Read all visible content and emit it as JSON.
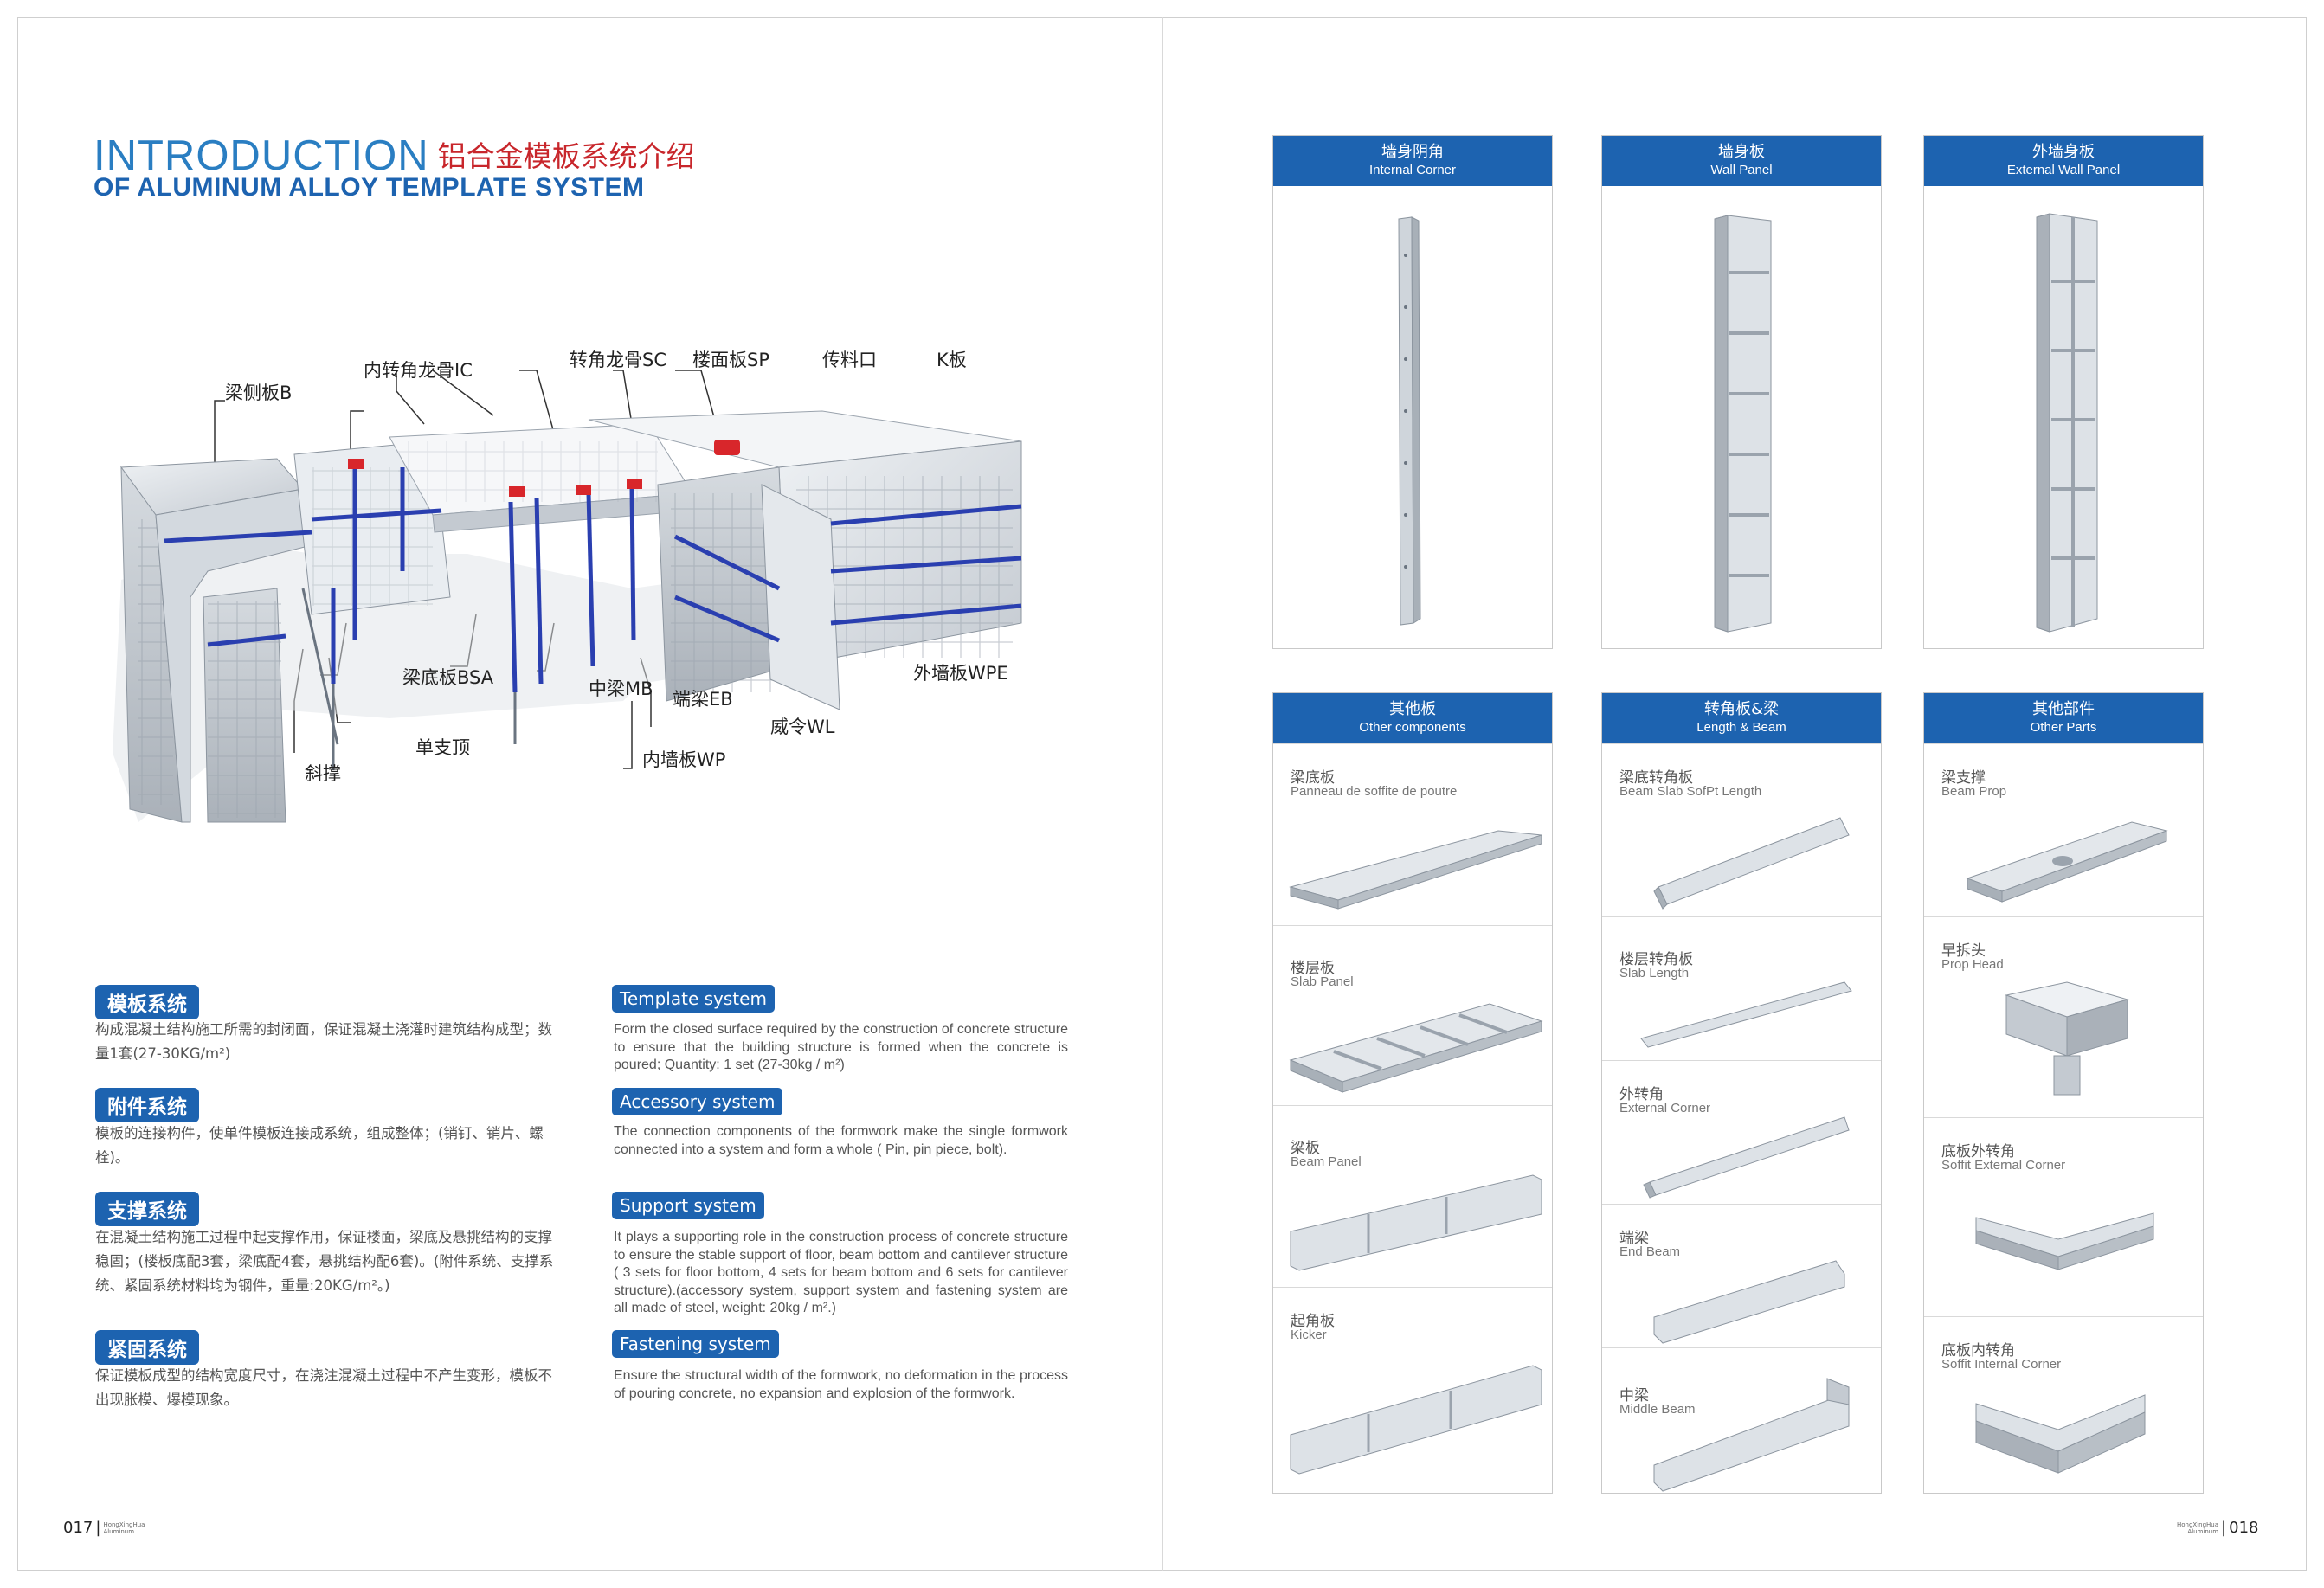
{
  "left": {
    "title_en_1": "INTRODUCTION",
    "title_cn": "铝合金模板系统介绍",
    "title_en_2": "OF ALUMINUM ALLOY TEMPLATE SYSTEM",
    "diagram_labels": {
      "beam_side": "梁侧板B",
      "inner_corner_keel": "内转角龙骨IC",
      "corner_keel": "转角龙骨SC",
      "floor_panel": "楼面板SP",
      "transfer_port": "传料口",
      "k_board": "K板",
      "beam_bottom": "梁底板BSA",
      "middle_beam": "中梁MB",
      "end_beam": "端梁EB",
      "outer_wall": "外墙板WPE",
      "single_prop": "单支顶",
      "diagonal_brace": "斜撑",
      "wl": "威令WL",
      "inner_wall": "内墙板WP"
    },
    "sections_cn": [
      {
        "head": "模板系统",
        "body": "构成混凝土结构施工所需的封闭面，保证混凝土浇灌时建筑结构成型；数量1套(27-30KG/m²)"
      },
      {
        "head": "附件系统",
        "body": "模板的连接构件，使单件模板连接成系统，组成整体；(销钉、销片、螺栓)。"
      },
      {
        "head": "支撑系统",
        "body": "在混凝土结构施工过程中起支撑作用，保证楼面，梁底及悬挑结构的支撑稳固；(楼板底配3套，梁底配4套，悬挑结构配6套)。(附件系统、支撑系统、紧固系统材料均为钢件，重量:20KG/m²。)"
      },
      {
        "head": "紧固系统",
        "body": "保证模板成型的结构宽度尺寸，在浇注混凝土过程中不产生变形，模板不出现胀模、爆模现象。"
      }
    ],
    "sections_en": [
      {
        "head": "Template system",
        "body": "Form the closed surface required by the construction of concrete structure to ensure that the building structure is formed when the concrete is poured; Quantity: 1 set (27-30kg / m²)"
      },
      {
        "head": "Accessory system",
        "body": "The connection components of the formwork make the single formwork connected into a system and form a whole ( Pin, pin piece, bolt)."
      },
      {
        "head": "Support system",
        "body": "It plays a supporting role in the construction process of concrete structure to ensure the stable support of floor, beam bottom and cantilever structure ( 3 sets for floor bottom, 4 sets for beam bottom and 6 sets for cantilever structure).(accessory system, support system and fastening system are all made of steel, weight: 20kg / m².)"
      },
      {
        "head": "Fastening system",
        "body": "Ensure the structural width of the formwork, no deformation in the process of pouring concrete, no expansion and explosion of the formwork."
      }
    ],
    "folio_num": "017",
    "folio_brand_1": "HongXingHua",
    "folio_brand_2": "Aluminum"
  },
  "right": {
    "top_boxes": [
      {
        "cn": "墙身阴角",
        "en": "Internal Corner"
      },
      {
        "cn": "墙身板",
        "en": "Wall Panel"
      },
      {
        "cn": "外墙身板",
        "en": "External Wall Panel"
      }
    ],
    "bottom_boxes": [
      {
        "cn": "其他板",
        "en": "Other components",
        "items": [
          {
            "cn": "梁底板",
            "en": "Panneau de soffite de poutre"
          },
          {
            "cn": "楼层板",
            "en": "Slab Panel"
          },
          {
            "cn": "梁板",
            "en": "Beam Panel"
          },
          {
            "cn": "起角板",
            "en": "Kicker"
          }
        ]
      },
      {
        "cn": "转角板&梁",
        "en": "Length & Beam",
        "items": [
          {
            "cn": "梁底转角板",
            "en": "Beam Slab SofPt Length"
          },
          {
            "cn": "楼层转角板",
            "en": "Slab Length"
          },
          {
            "cn": "外转角",
            "en": "External Corner"
          },
          {
            "cn": "端梁",
            "en": "End Beam"
          },
          {
            "cn": "中梁",
            "en": "Middle Beam"
          }
        ]
      },
      {
        "cn": "其他部件",
        "en": "Other Parts",
        "items": [
          {
            "cn": "梁支撑",
            "en": "Beam Prop"
          },
          {
            "cn": "早拆头",
            "en": "Prop Head"
          },
          {
            "cn": "底板外转角",
            "en": "Soffit External Corner"
          },
          {
            "cn": "底板内转角",
            "en": "Soffit Internal Corner"
          }
        ]
      }
    ],
    "folio_num": "018",
    "folio_brand_1": "HongXingHua",
    "folio_brand_2": "Aluminum"
  },
  "colors": {
    "accent_blue": "#1d63b0",
    "title_blue": "#2a7ec2",
    "title_red": "#c8262b"
  }
}
